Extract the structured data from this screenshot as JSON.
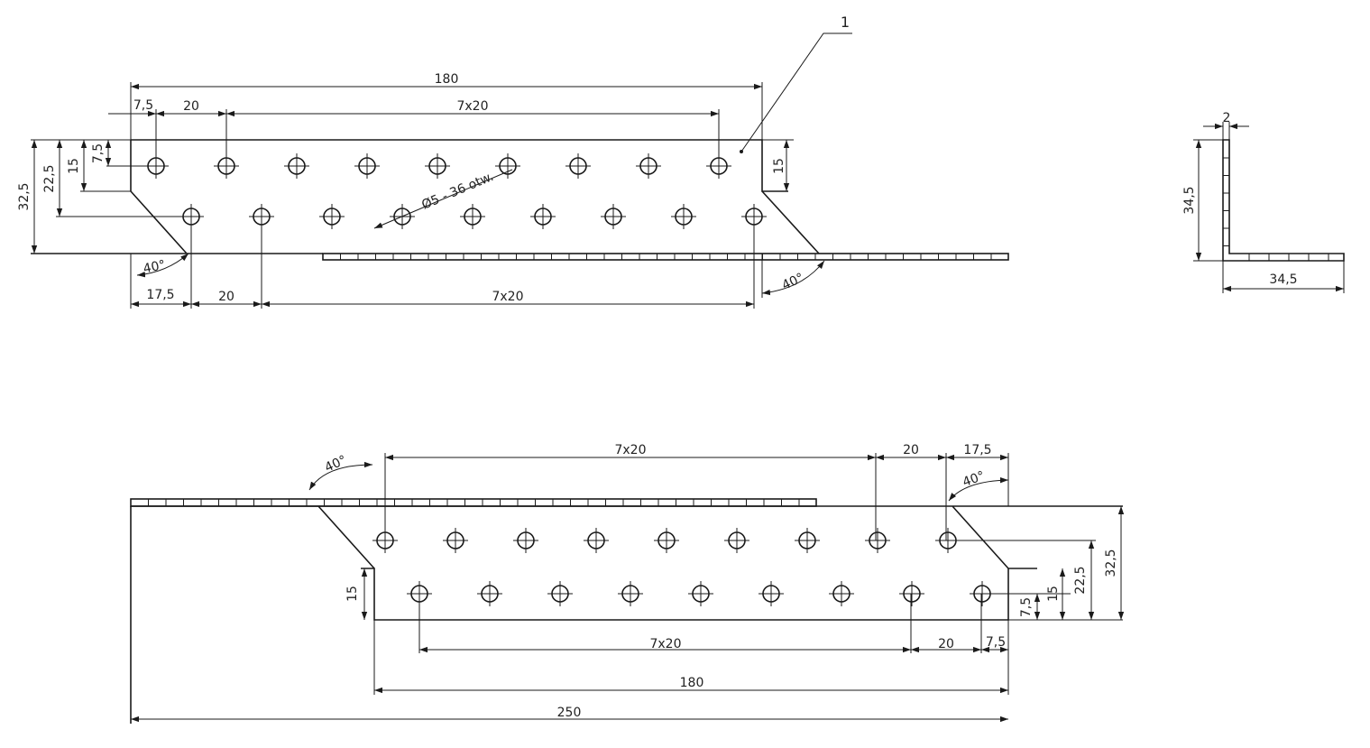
{
  "part_label": "1",
  "hole_note": "Ø5 - 36 otw.",
  "colors": {
    "line": "#1a1a1a",
    "background": "#ffffff"
  },
  "top_view": {
    "dims": {
      "overall": "180",
      "edge_top": "7,5",
      "pitch_top": "20",
      "pitch_top_multi": "7x20",
      "edge_bottom": "17,5",
      "pitch_bottom": "20",
      "pitch_bottom_multi": "7x20",
      "h_total": "32,5",
      "h_row2": "22,5",
      "h_flange": "15",
      "h_row1": "7,5",
      "h_right": "15",
      "angle_left": "40°",
      "angle_right": "40°"
    }
  },
  "side_view": {
    "dims": {
      "thickness": "2",
      "height": "34,5",
      "width": "34,5"
    }
  },
  "bottom_view": {
    "dims": {
      "pitch_top_multi": "7x20",
      "pitch_top": "20",
      "edge_top": "17,5",
      "angle_left": "40°",
      "angle_right": "40°",
      "h_left": "15",
      "h_row1": "7,5",
      "h_flange": "15",
      "h_row2": "22,5",
      "h_total": "32,5",
      "pitch_bottom_multi": "7x20",
      "pitch_bottom": "20",
      "edge_bottom": "7,5",
      "len_180": "180",
      "len_250": "250"
    }
  }
}
